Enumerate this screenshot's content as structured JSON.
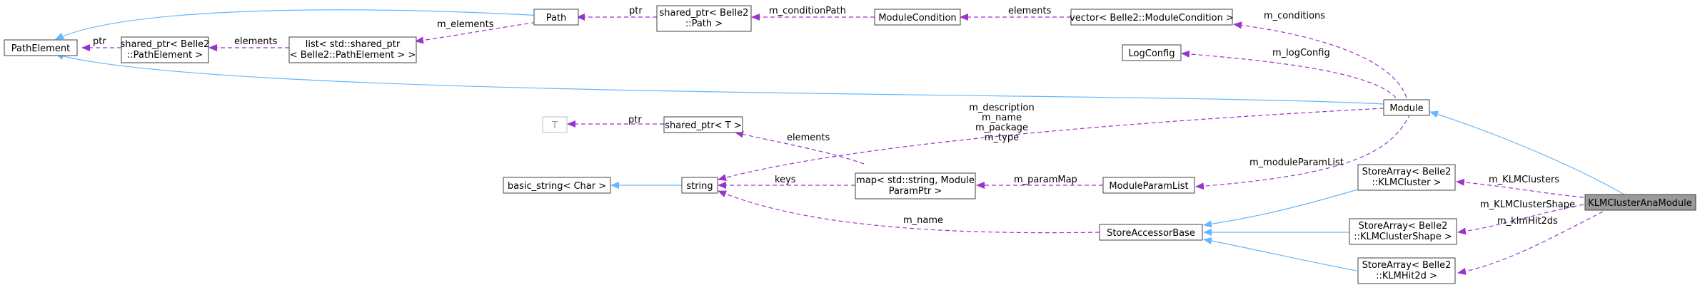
{
  "nodes": {
    "path_element": {
      "lines": [
        "PathElement"
      ]
    },
    "shared_ptr_pathelement": {
      "lines": [
        "shared_ptr< Belle2",
        "::PathElement >"
      ]
    },
    "list_shared_ptr": {
      "lines": [
        "list< std::shared_ptr",
        "< Belle2::PathElement > >"
      ]
    },
    "path": {
      "lines": [
        "Path"
      ]
    },
    "shared_ptr_path": {
      "lines": [
        "shared_ptr< Belle2",
        "::Path >"
      ]
    },
    "module_condition": {
      "lines": [
        "ModuleCondition"
      ]
    },
    "vector_module_condition": {
      "lines": [
        "vector< Belle2::ModuleCondition >"
      ]
    },
    "log_config": {
      "lines": [
        "LogConfig"
      ]
    },
    "module": {
      "lines": [
        "Module"
      ]
    },
    "t": {
      "lines": [
        "T"
      ]
    },
    "shared_ptr_t": {
      "lines": [
        "shared_ptr< T >"
      ]
    },
    "basic_string": {
      "lines": [
        "basic_string< Char >"
      ]
    },
    "string": {
      "lines": [
        "string"
      ]
    },
    "map_param": {
      "lines": [
        "map< std::string, Module",
        "ParamPtr >"
      ]
    },
    "module_param_list": {
      "lines": [
        "ModuleParamList"
      ]
    },
    "store_accessor_base": {
      "lines": [
        "StoreAccessorBase"
      ]
    },
    "storearray_klmcluster": {
      "lines": [
        "StoreArray< Belle2",
        "::KLMCluster >"
      ]
    },
    "storearray_klmclustershape": {
      "lines": [
        "StoreArray< Belle2",
        "::KLMClusterShape >"
      ]
    },
    "storearray_klmhit2d": {
      "lines": [
        "StoreArray< Belle2",
        "::KLMHit2d >"
      ]
    },
    "klm_cluster_ana_module": {
      "lines": [
        "KLMClusterAnaModule"
      ]
    }
  },
  "edge_labels": {
    "ptr_pe": "ptr",
    "elements_list": "elements",
    "m_elements": "m_elements",
    "ptr_path": "ptr",
    "m_condition_path": "m_conditionPath",
    "elements_cond": "elements",
    "m_conditions": "m_conditions",
    "m_log_config": "m_logConfig",
    "ptr_t": "ptr",
    "elements_map": "elements",
    "m_description": [
      "m_description",
      "m_name",
      "m_package",
      "m_type"
    ],
    "m_module_param_list": "m_moduleParamList",
    "keys": "keys",
    "m_param_map": "m_paramMap",
    "m_name": "m_name",
    "m_klm_clusters": "m_KLMClusters",
    "m_klm_cluster_shape": "m_KLMClusterShape",
    "m_klm_hit2ds": "m_klmHit2ds"
  },
  "colors": {
    "inheritance": "#63b8ff",
    "usage": "#9a32cd",
    "highlight": "#999999"
  }
}
